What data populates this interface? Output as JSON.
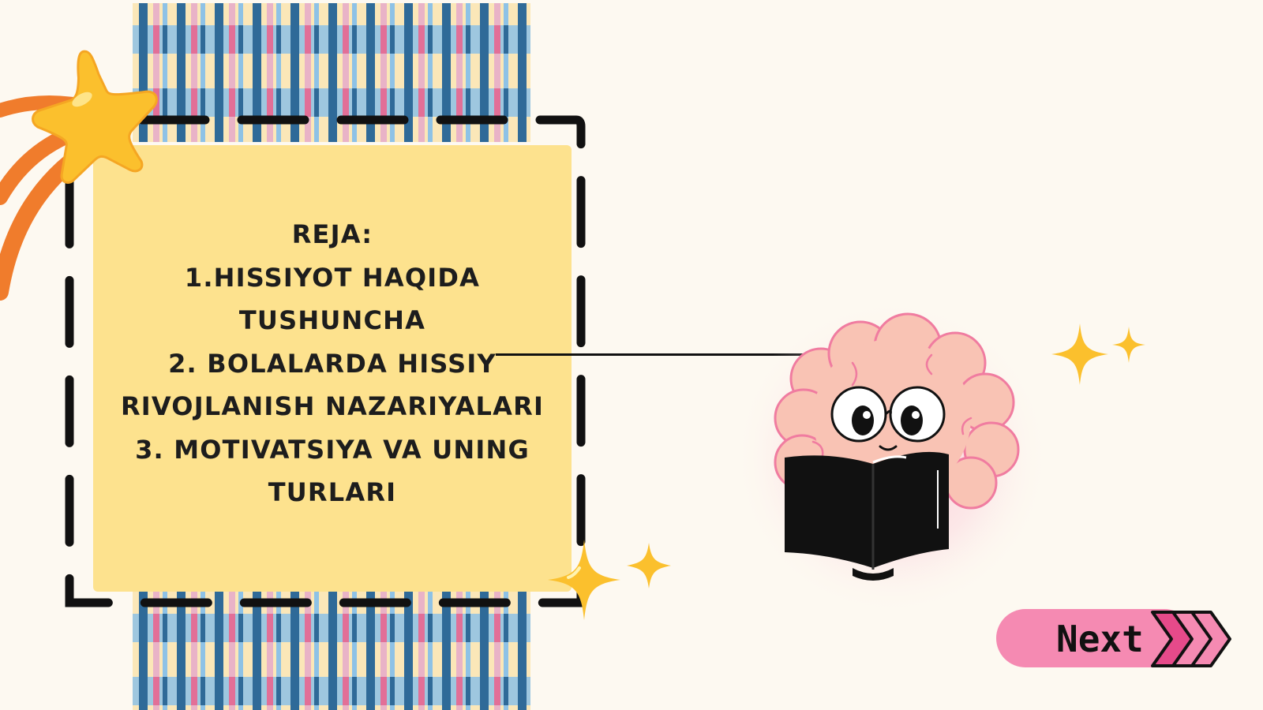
{
  "slide": {
    "plan": {
      "lines": [
        "REJA:",
        "1.HISSIYOT HAQIDA",
        "TUSHUNCHA",
        "2. BOLALARDA HISSIY",
        "RIVOJLANISH NAZARIYALARI",
        "3. MOTIVATSIYA VA UNING",
        "TURLARI"
      ]
    },
    "next_button": {
      "label": "Next"
    }
  },
  "colors": {
    "background": "#fdf9f1",
    "card": "#fde28e",
    "star": "#fbc02d",
    "swoosh": "#f07c2c",
    "brain": "#f9c3b4",
    "next_pill": "#f58ab2",
    "plaid_blue": "#2f6a98",
    "plaid_light_blue": "#8ec2e6",
    "plaid_pink": "#e26f97"
  },
  "icons": {
    "star": "star-icon",
    "sparkle": "sparkle-icon",
    "mascot": "brain-reading-book-illustration",
    "chevrons": "triple-chevron-right-icon"
  }
}
